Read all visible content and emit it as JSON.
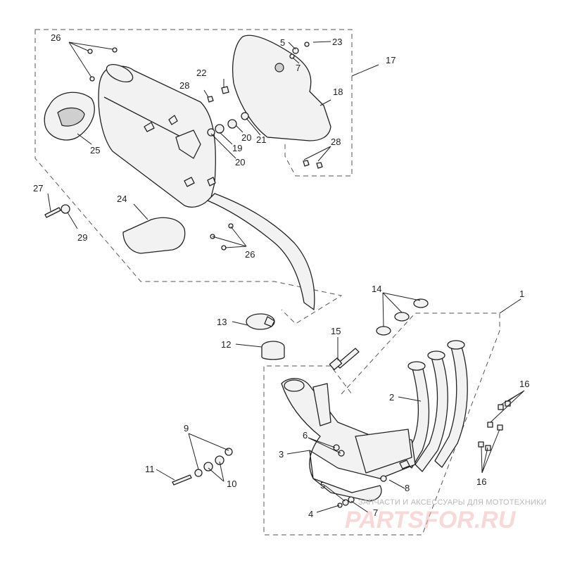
{
  "callouts": [
    {
      "id": "c1",
      "text": "1"
    },
    {
      "id": "c2",
      "text": "2"
    },
    {
      "id": "c3",
      "text": "3"
    },
    {
      "id": "c4",
      "text": "4"
    },
    {
      "id": "c5a",
      "text": "5"
    },
    {
      "id": "c5b",
      "text": "5"
    },
    {
      "id": "c6",
      "text": "6"
    },
    {
      "id": "c7a",
      "text": "7"
    },
    {
      "id": "c7b",
      "text": "7"
    },
    {
      "id": "c8",
      "text": "8"
    },
    {
      "id": "c9",
      "text": "9"
    },
    {
      "id": "c10",
      "text": "10"
    },
    {
      "id": "c11",
      "text": "11"
    },
    {
      "id": "c12",
      "text": "12"
    },
    {
      "id": "c13",
      "text": "13"
    },
    {
      "id": "c14",
      "text": "14"
    },
    {
      "id": "c15",
      "text": "15"
    },
    {
      "id": "c16a",
      "text": "16"
    },
    {
      "id": "c16b",
      "text": "16"
    },
    {
      "id": "c17",
      "text": "17"
    },
    {
      "id": "c18",
      "text": "18"
    },
    {
      "id": "c19",
      "text": "19"
    },
    {
      "id": "c20a",
      "text": "20"
    },
    {
      "id": "c20b",
      "text": "20"
    },
    {
      "id": "c21",
      "text": "21"
    },
    {
      "id": "c22",
      "text": "22"
    },
    {
      "id": "c23",
      "text": "23"
    },
    {
      "id": "c24",
      "text": "24"
    },
    {
      "id": "c25",
      "text": "25"
    },
    {
      "id": "c26a",
      "text": "26"
    },
    {
      "id": "c26b",
      "text": "26"
    },
    {
      "id": "c27",
      "text": "27"
    },
    {
      "id": "c28a",
      "text": "28"
    },
    {
      "id": "c28b",
      "text": "28"
    },
    {
      "id": "c29",
      "text": "29"
    }
  ],
  "watermark": {
    "subtitle": "ЗАПЧАСТИ И АКСЕССУАРЫ ДЛЯ МОТОТЕХНИКИ",
    "brand": "PARTSFOR.RU",
    "brand_color": "#e58c8c"
  }
}
